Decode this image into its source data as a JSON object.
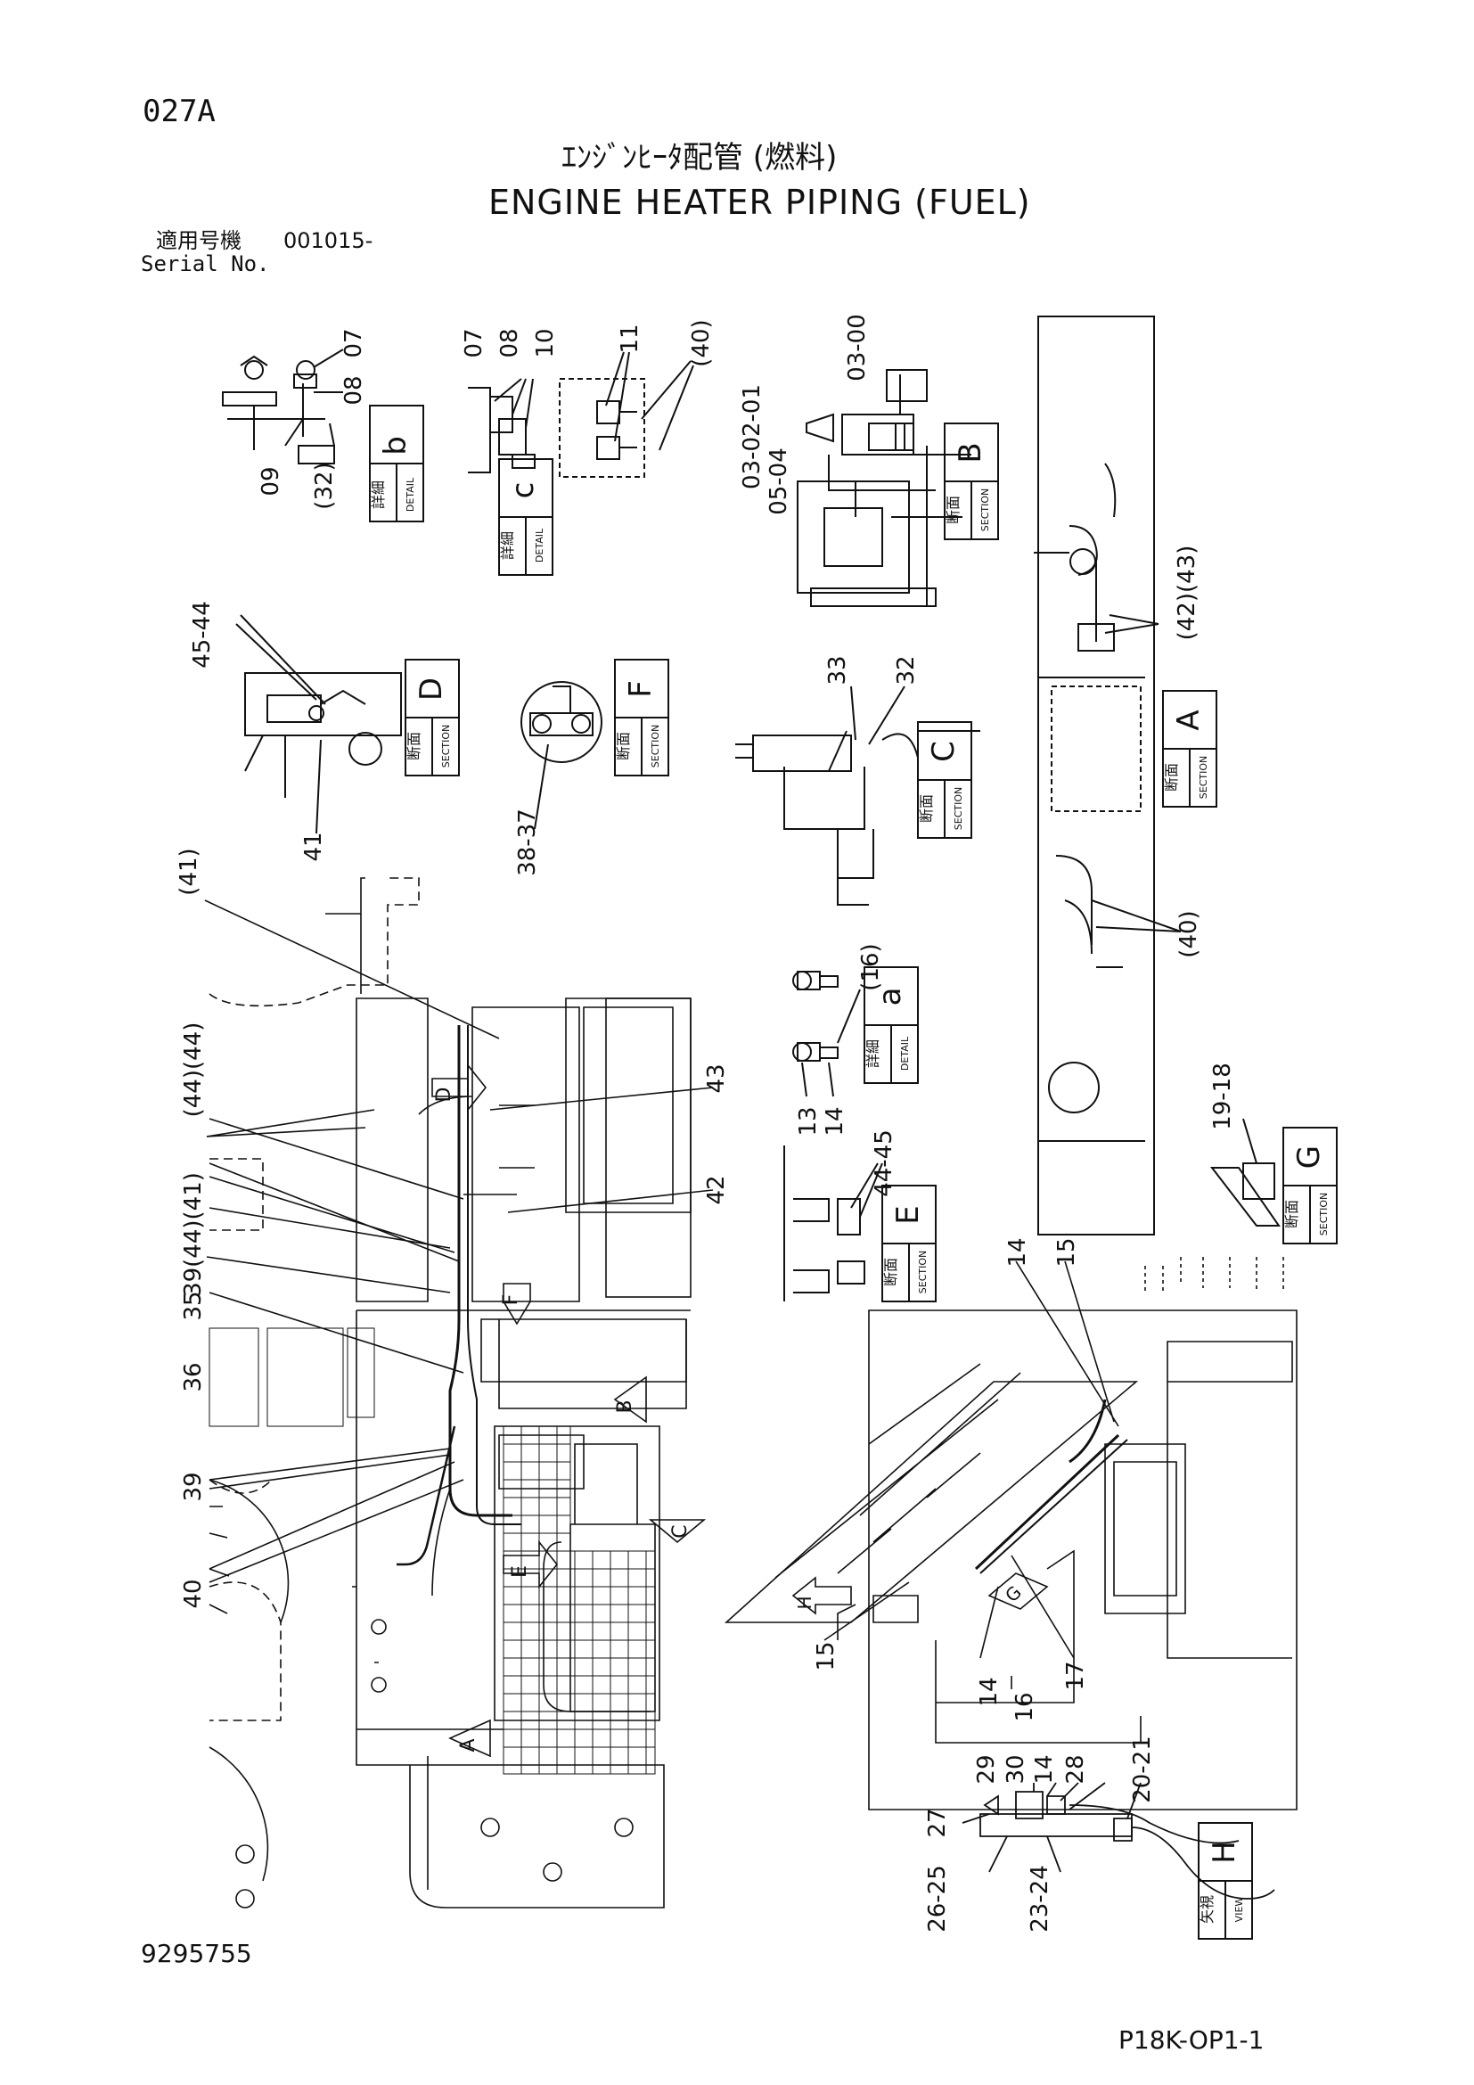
{
  "header": {
    "page_code": "027A",
    "title_jp": "ｴﾝｼﾞﾝﾋｰﾀ配管 (燃料)",
    "title_en": "ENGINE HEATER PIPING (FUEL)",
    "serial_label_jp": "適用号機",
    "serial_value": "001015-",
    "serial_label_en": "Serial No."
  },
  "footer": {
    "document_number": "9295755",
    "sheet_reference": "P18K-OP1-1"
  },
  "tags": {
    "detail_jp": "詳細",
    "detail_en": "DETAIL",
    "section_jp": "断面",
    "section_en": "SECTION",
    "view_jp": "矢視",
    "view_en": "VIEW"
  },
  "tag_letters": {
    "a": "a",
    "b": "b",
    "c": "c",
    "A": "A",
    "B": "B",
    "C": "C",
    "D": "D",
    "E": "E",
    "F": "F",
    "G": "G",
    "H": "H"
  },
  "callouts": {
    "det_b_07": "07",
    "det_b_08": "08",
    "det_b_09": "09",
    "det_b_32": "(32)",
    "det_c_07": "07",
    "det_c_08": "08",
    "det_c_10": "10",
    "det_c_11": "11",
    "det_c_40": "(40)",
    "sec_b_03_00": "03-00",
    "sec_b_03_02_01": "03-02-01",
    "sec_b_05_04": "05-04",
    "sec_d_45_44": "45-44",
    "sec_d_41": "41",
    "sec_f_38_37": "38-37",
    "sec_c_33": "33",
    "sec_c_32": "32",
    "sec_a_42_43": "(42)(43)",
    "sec_a_40": "(40)",
    "det_a_16": "(16)",
    "det_a_13": "13",
    "det_a_14": "14",
    "main_41": "(41)",
    "main_44_44": "(44)(44)",
    "main_39_44_41": "39(44)(41)",
    "main_35": "35",
    "main_36": "36",
    "main_39": "39",
    "main_40": "40",
    "main_43": "43",
    "main_42": "42",
    "sec_e_44_45": "44-45",
    "sec_g_19_18": "19-18",
    "view_14_top": "14",
    "view_15_top": "15",
    "view_15_bottom": "15",
    "view_14_bottom": "14",
    "view_16": "16",
    "view_17": "17",
    "view_h_29": "29",
    "view_h_30": "30",
    "view_h_14": "14",
    "view_h_28": "28",
    "view_h_20_21": "20-21",
    "view_h_27": "27",
    "view_h_26_25": "26-25",
    "view_h_23_24": "23-24"
  }
}
